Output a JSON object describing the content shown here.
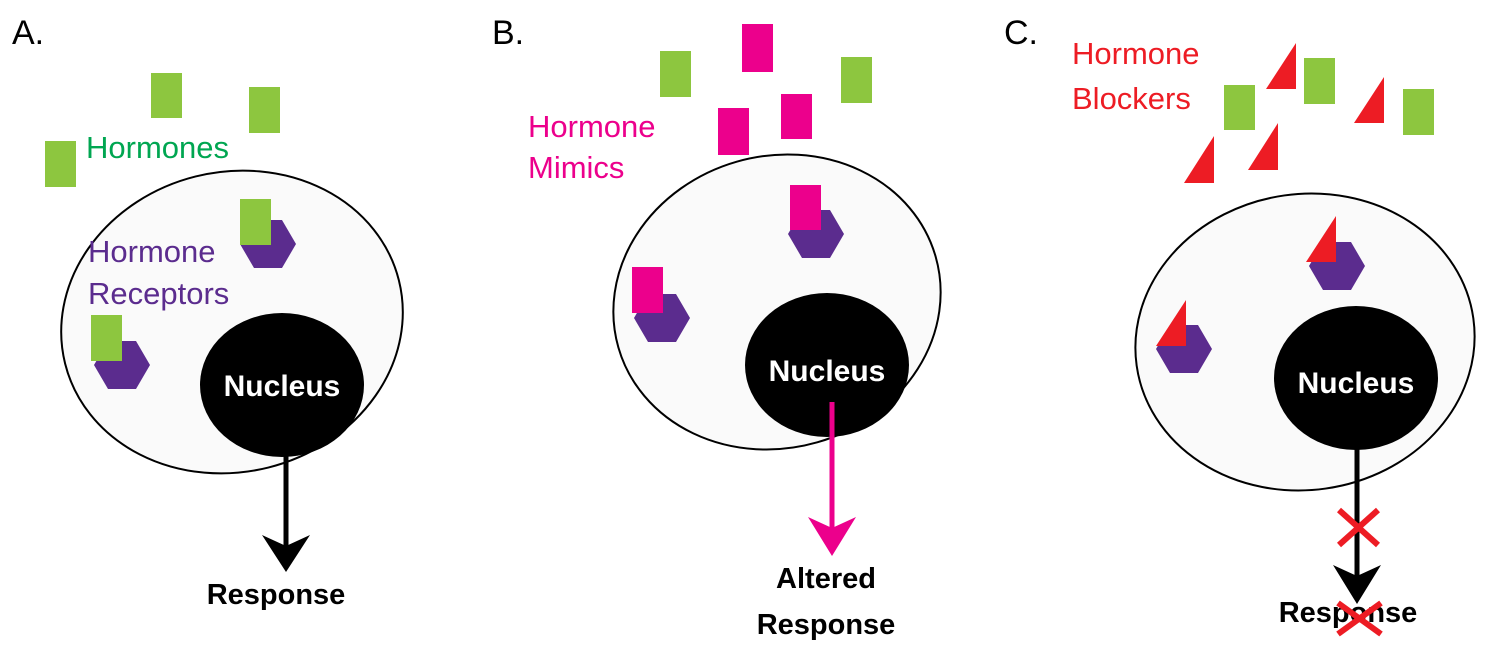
{
  "colors": {
    "hormone": "#8DC63F",
    "mimic": "#EC008C",
    "blocker": "#ED1C24",
    "receptor": "#5B2C8E",
    "hormones_label": "#00A651",
    "receptors_label": "#5B2C8E",
    "mimics_label": "#EC008C",
    "blockers_label": "#ED1C24",
    "nucleus": "#000000",
    "cell_fill": "#FAFAFA"
  },
  "panels": {
    "a": {
      "letter": "A.",
      "hormones_label": "Hormones",
      "receptors_label": [
        "Hormone",
        "Receptors"
      ],
      "nucleus_label": "Nucleus",
      "response": [
        "Response"
      ]
    },
    "b": {
      "letter": "B.",
      "mimics_label": [
        "Hormone",
        "Mimics"
      ],
      "nucleus_label": "Nucleus",
      "response": [
        "Altered",
        "Response"
      ]
    },
    "c": {
      "letter": "C.",
      "blockers_label": [
        "Hormone",
        "Blockers"
      ],
      "nucleus_label": "Nucleus",
      "response": [
        "Response"
      ]
    }
  }
}
